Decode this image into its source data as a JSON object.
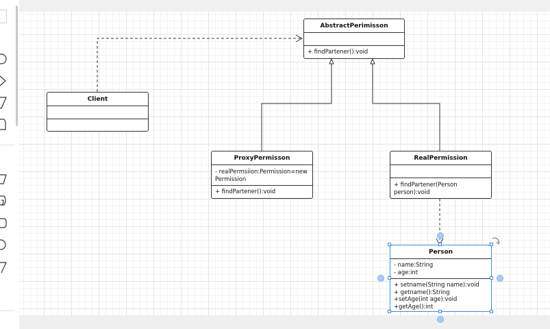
{
  "diagram": {
    "classes": [
      {
        "id": "abstract",
        "name": "AbstractPerimisson",
        "attributes": "",
        "methods": "+ findPartener():void"
      },
      {
        "id": "client",
        "name": "Client",
        "attributes": "",
        "methods": ""
      },
      {
        "id": "proxy",
        "name": "ProxyPermisson",
        "attributes": "- realPermsiion:Permission=new\nPermission",
        "methods": "+ findPartener():void"
      },
      {
        "id": "real",
        "name": "RealPermission",
        "attributes": "",
        "methods": "+ findPartener(Person\nperson):void"
      },
      {
        "id": "person",
        "name": "Person",
        "attributes": "- name:String\n- age:int",
        "methods": "+ setname(String name):void\n+ getname():String\n+setAge(int age):void\n+getAge():int"
      }
    ],
    "relations": [
      {
        "from": "Client",
        "to": "AbstractPerimisson",
        "kind": "dependency"
      },
      {
        "from": "ProxyPermisson",
        "to": "AbstractPerimisson",
        "kind": "realization"
      },
      {
        "from": "RealPermission",
        "to": "AbstractPerimisson",
        "kind": "realization"
      },
      {
        "from": "RealPermission",
        "to": "Person",
        "kind": "dependency"
      }
    ],
    "selected": "Person"
  },
  "sidebar": {
    "shapes": [
      "circle-shape-icon",
      "triangle-shape-icon",
      "parallelogram-shape-icon",
      "document-shape-icon",
      "manual-input-shape-icon",
      "cylinder-shape-icon",
      "rounded-rect-shape-icon",
      "circle-shape-icon",
      "triangle-shape-icon"
    ]
  },
  "colors": {
    "line": "#333333",
    "selection": "#3d8be0",
    "grid": "#e4e4e4"
  }
}
